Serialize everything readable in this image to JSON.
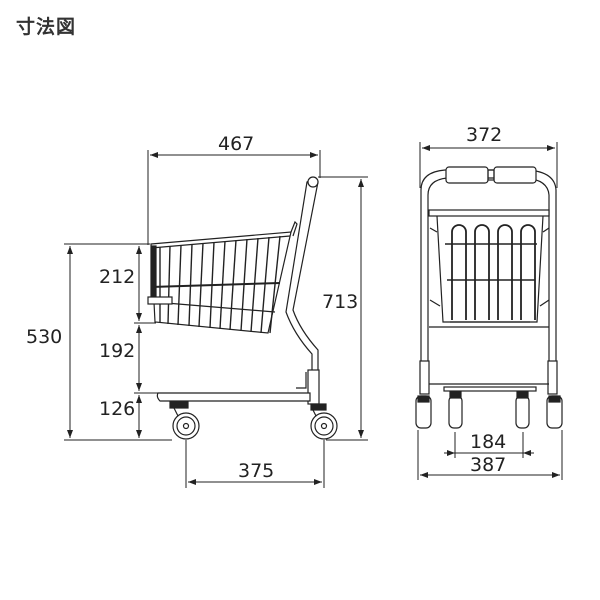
{
  "header": {
    "title": "寸法図"
  },
  "side_view": {
    "dimensions": {
      "overall_length": "467",
      "overall_height": "713",
      "basket_bottom_height": "530",
      "basket_depth": "212",
      "basket_to_base": "192",
      "base_height": "126",
      "wheelbase": "375"
    }
  },
  "front_view": {
    "dimensions": {
      "overall_width": "372",
      "inner_caster_span": "184",
      "outer_caster_span": "387"
    }
  },
  "colors": {
    "line": "#222222",
    "background": "#ffffff"
  }
}
